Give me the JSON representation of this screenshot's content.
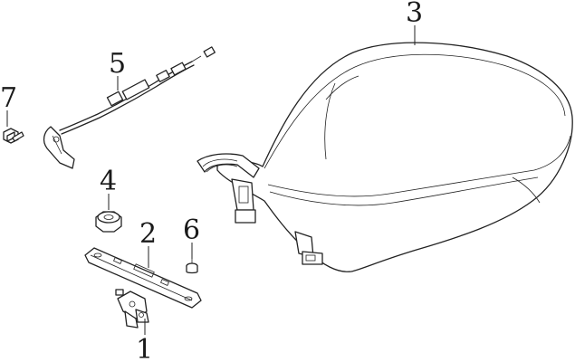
{
  "parts": [
    {
      "id": "part-1",
      "callout": "1",
      "icon": "seat-latch-lock-icon"
    },
    {
      "id": "part-2",
      "callout": "2",
      "icon": "mounting-plate-icon"
    },
    {
      "id": "part-3",
      "callout": "3",
      "icon": "seat-icon"
    },
    {
      "id": "part-4",
      "callout": "4",
      "icon": "nut-icon"
    },
    {
      "id": "part-5",
      "callout": "5",
      "icon": "release-cable-icon"
    },
    {
      "id": "part-6",
      "callout": "6",
      "icon": "screw-icon"
    },
    {
      "id": "part-7",
      "callout": "7",
      "icon": "bolt-icon"
    }
  ]
}
